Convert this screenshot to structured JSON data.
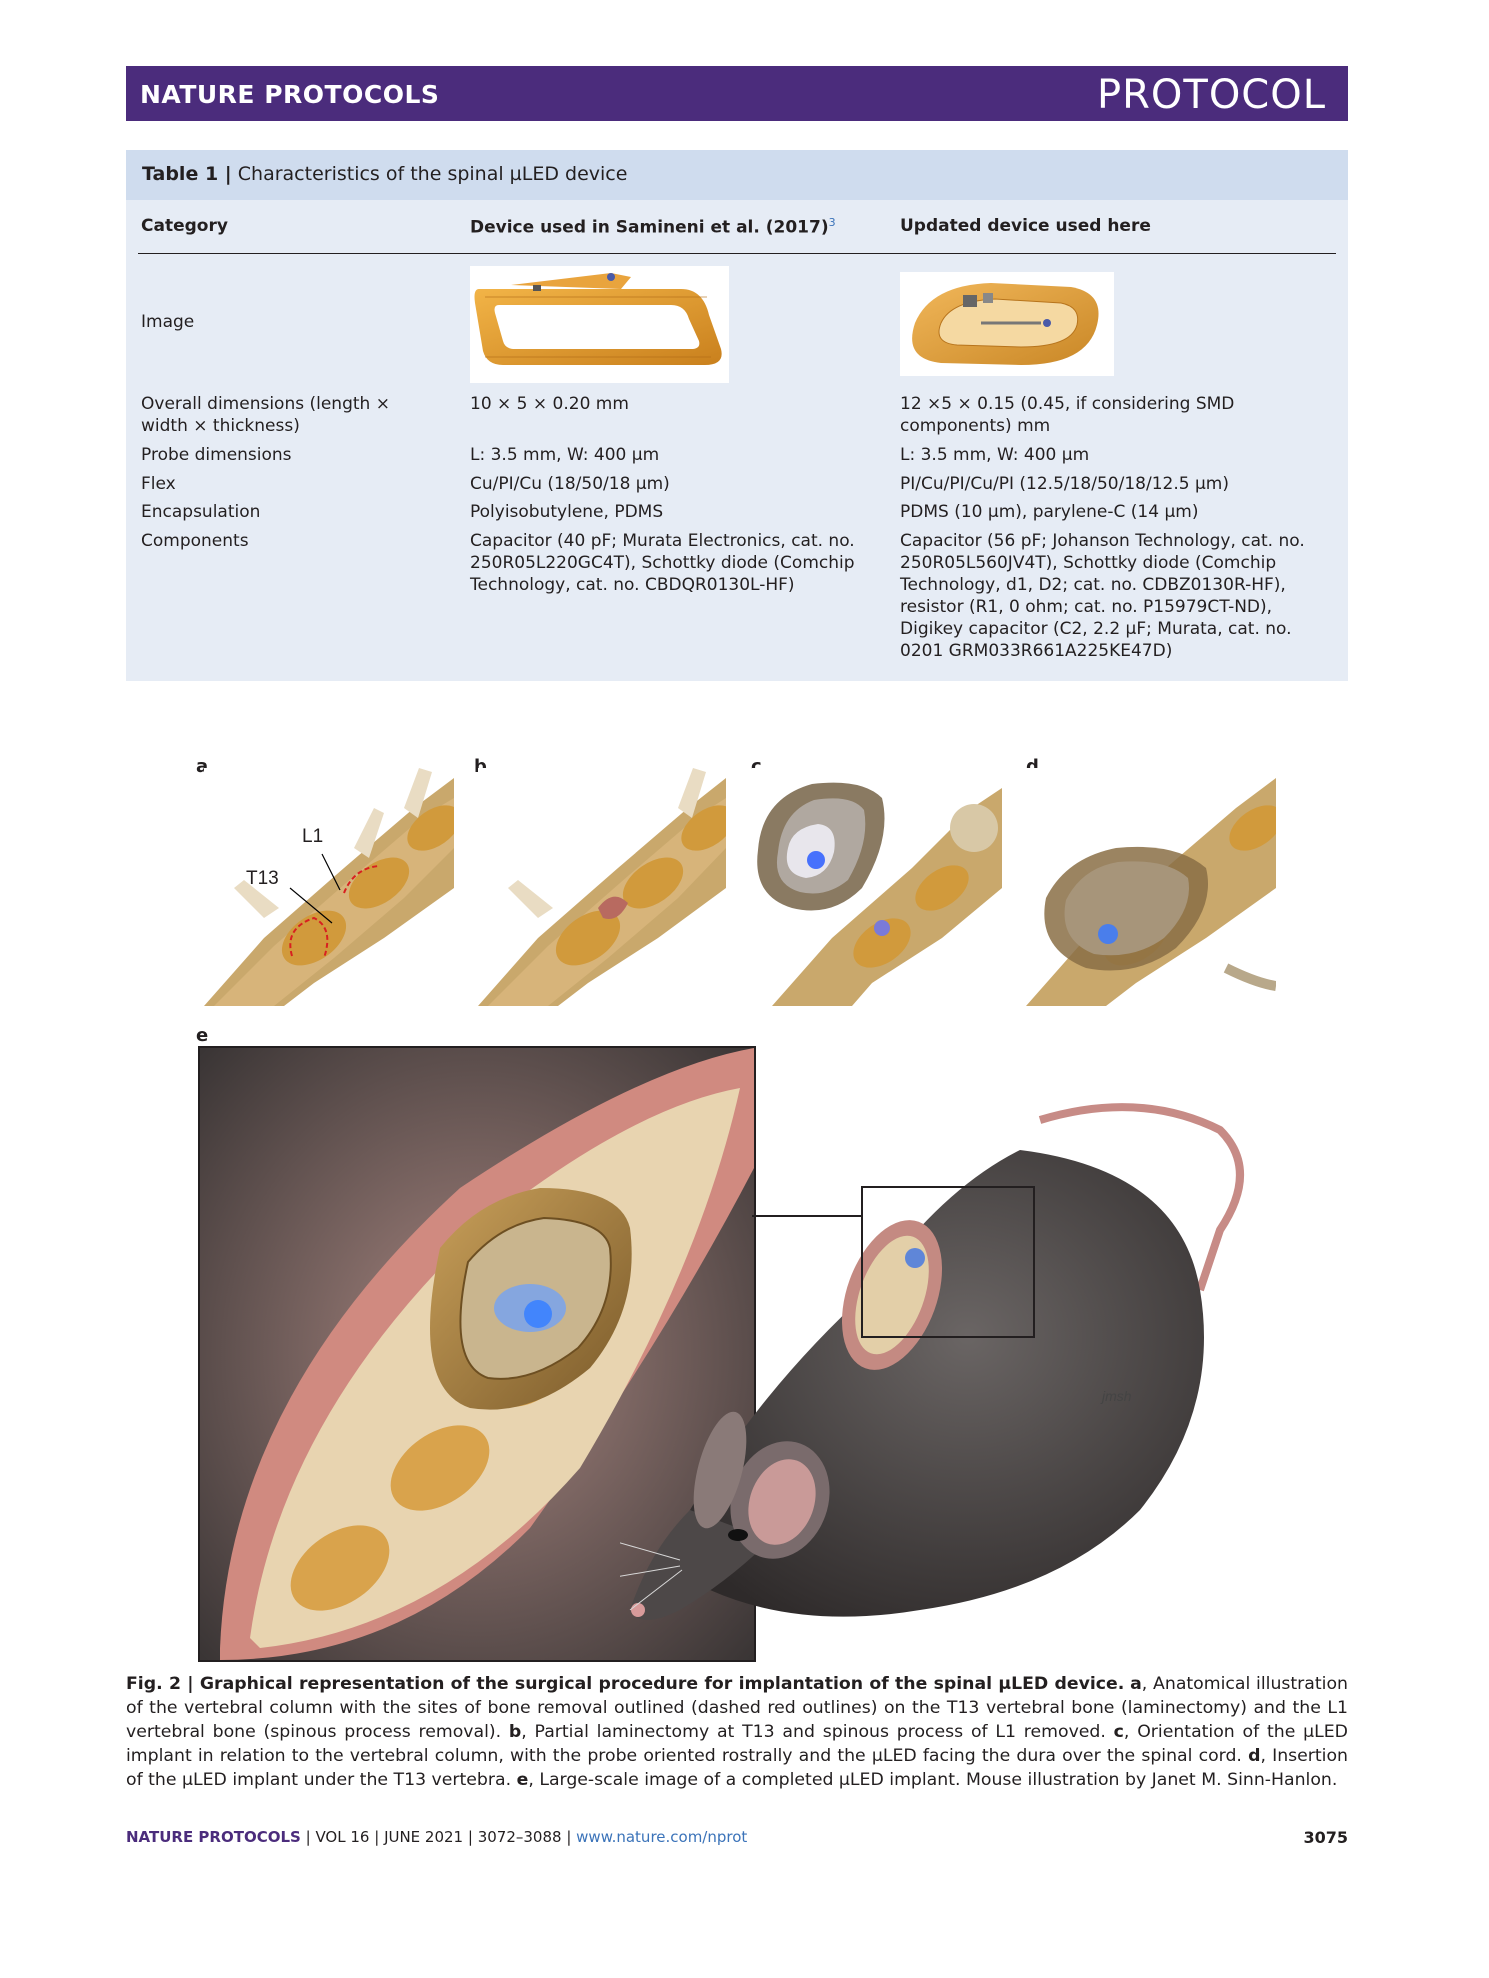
{
  "header": {
    "journal": "NATURE PROTOCOLS",
    "article_type": "PROTOCOL"
  },
  "table": {
    "label": "Table 1 |",
    "title": " Characteristics of the spinal µLED device",
    "columns": [
      "Category",
      "Device used in Samineni et al. (2017)",
      "Updated device used here"
    ],
    "column_ref": "3",
    "rows": [
      {
        "category": "Image",
        "old": "",
        "new": ""
      },
      {
        "category": "Overall dimensions (length × width × thickness)",
        "old": "10 × 5 × 0.20 mm",
        "new": "12 ×5 × 0.15 (0.45, if considering SMD components) mm"
      },
      {
        "category": "Probe dimensions",
        "old": "L: 3.5 mm, W: 400 µm",
        "new": "L: 3.5 mm, W: 400 µm"
      },
      {
        "category": "Flex",
        "old": "Cu/PI/Cu (18/50/18 µm)",
        "new": "PI/Cu/PI/Cu/PI (12.5/18/50/18/12.5 µm)"
      },
      {
        "category": "Encapsulation",
        "old": "Polyisobutylene, PDMS",
        "new": "PDMS (10 µm), parylene-C (14 µm)"
      },
      {
        "category": "Components",
        "old": "Capacitor (40 pF; Murata Electronics, cat. no. 250R05L220GC4T), Schottky diode (Comchip Technology, cat. no. CBDQR0130L-HF)",
        "new": "Capacitor (56 pF; Johanson Technology, cat. no. 250R05L560JV4T), Schottky diode (Comchip Technology, d1, D2; cat. no. CDBZ0130R-HF), resistor (R1, 0 ohm; cat. no. P15979CT-ND), Digikey capacitor (C2, 2.2 µF; Murata, cat. no. 0201 GRM033R661A225KE47D)"
      }
    ]
  },
  "figure": {
    "panels": [
      "a",
      "b",
      "c",
      "d",
      "e"
    ],
    "labels_a": [
      "L1",
      "T13"
    ],
    "signature": "jmsh"
  },
  "caption": {
    "label": "Fig. 2 |",
    "title": " Graphical representation of the surgical procedure for implantation of the spinal µLED device.",
    "a": "a",
    "a_text": ", Anatomical illustration of the vertebral column with the sites of bone removal outlined (dashed red outlines) on the T13 vertebral bone (laminectomy) and the L1 vertebral bone (spinous process removal). ",
    "b": "b",
    "b_text": ", Partial laminectomy at T13 and spinous process of L1 removed. ",
    "c": "c",
    "c_text": ", Orientation of the µLED implant in relation to the vertebral column, with the probe oriented rostrally and the µLED facing the dura over the spinal cord. ",
    "d": "d",
    "d_text": ", Insertion of the µLED implant under the T13 vertebra. ",
    "e": "e",
    "e_text": ", Large-scale image of a completed µLED implant. Mouse illustration by Janet M. Sinn-Hanlon."
  },
  "footer": {
    "journal": "NATURE PROTOCOLS",
    "sep": " | ",
    "volume": "VOL 16",
    "date": "JUNE 2021",
    "pages": "3072–3088",
    "url": "www.nature.com/nprot",
    "page_number": "3075"
  }
}
